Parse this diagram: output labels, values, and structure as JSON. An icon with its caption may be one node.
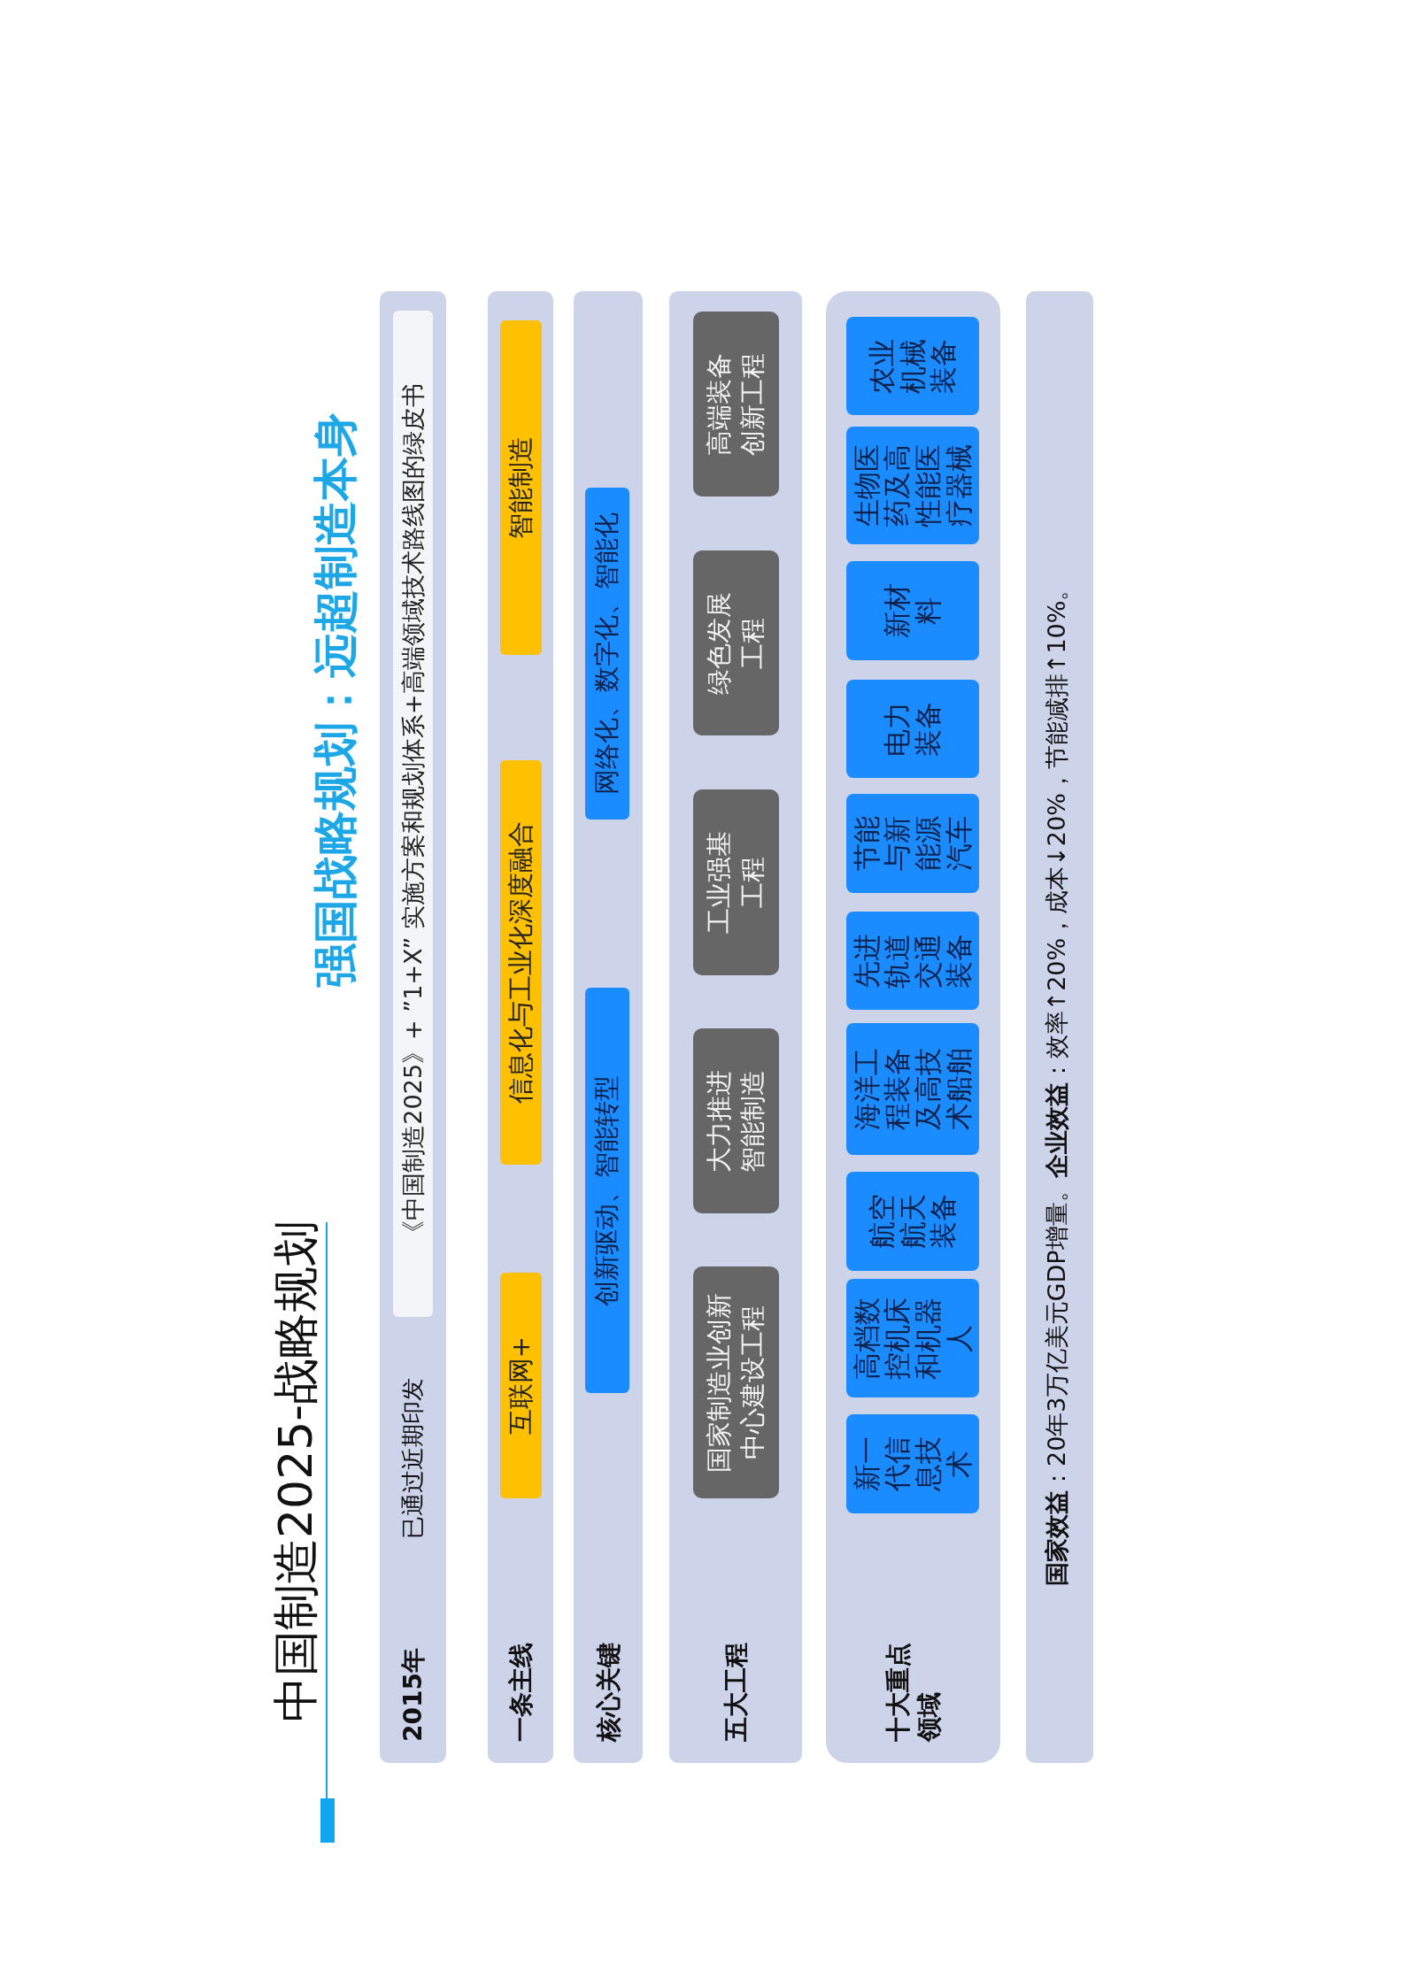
{
  "diagram": {
    "title": "中国制造2025-战略规划",
    "nodes": [
      {
        "text": [
          "2015年",
          "已通过近期印发"
        ]
      },
      {
        "text": [
          "《中国制造2025》+ ”1+X” 实施方案和规划体系+高端领域技术路线图的绿皮书"
        ],
        "in": 0
      },
      {
        "text": [
          "一条主线"
        ]
      },
      {
        "text": [
          "互联网+"
        ],
        "in": 2
      },
      {
        "text": [
          "信息化与工业化深度融合"
        ],
        "in": 2
      },
      {
        "text": [
          "智能制造"
        ],
        "in": 2
      },
      {
        "text": [
          "核心关键"
        ]
      },
      {
        "text": [
          "创新驱动、智能转型"
        ],
        "in": 6
      },
      {
        "text": [
          "网络化、数字化、智能化"
        ],
        "in": 6
      },
      {
        "text": [
          "五大工程"
        ]
      },
      {
        "text": [
          "国家制造业创新中心建设工程"
        ],
        "in": 9
      },
      {
        "text": [
          "大力推进智能制造"
        ],
        "in": 9
      },
      {
        "text": [
          "工业强基工程"
        ],
        "in": 9
      },
      {
        "text": [
          "绿色发展工程"
        ],
        "in": 9
      },
      {
        "text": [
          "高端装备创新工程"
        ],
        "in": 9
      },
      {
        "text": [
          "十大重点领域"
        ]
      },
      {
        "text": [
          "新一代信息技术"
        ],
        "in": 15
      },
      {
        "text": [
          "高档数控机床和机器人"
        ],
        "in": 15
      },
      {
        "text": [
          "航空航天装备"
        ],
        "in": 15
      },
      {
        "text": [
          "海洋工程装备及高技术船舶"
        ],
        "in": 15
      },
      {
        "text": [
          "先进轨道交通装备"
        ],
        "in": 15
      },
      {
        "text": [
          "节能与新能源汽车"
        ],
        "in": 15
      },
      {
        "text": [
          "电力装备"
        ],
        "in": 15
      },
      {
        "text": [
          "新材料"
        ],
        "in": 15
      },
      {
        "text": [
          "生物医药及高性能医疗器械"
        ],
        "in": 15
      },
      {
        "text": [
          "农业机械装备"
        ],
        "in": 15
      },
      {
        "text": [
          "**国家效益**：20年3万亿美元GDP增量。**企业效益**：效率↑20%，成本↓20%，节能减排↑10%。"
        ]
      }
    ],
    "edges": [],
    "labels": [
      "强国战略规划：远超制造本身"
    ]
  }
}
